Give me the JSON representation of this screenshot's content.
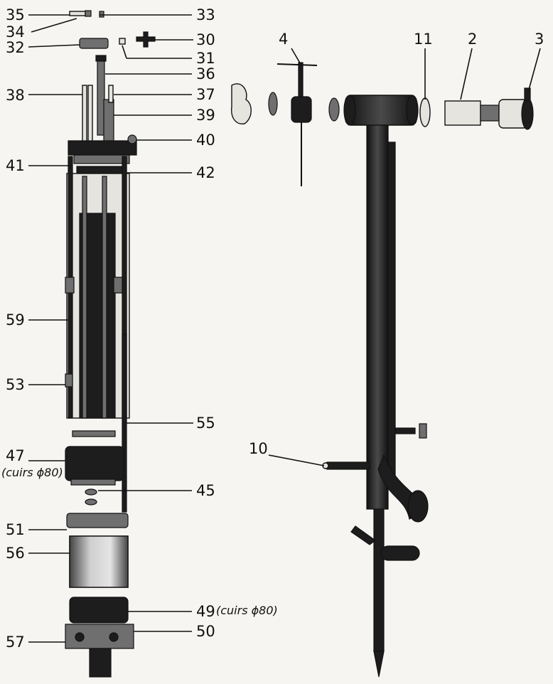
{
  "figure": {
    "callouts": [
      {
        "id": "35",
        "label": "35"
      },
      {
        "id": "33",
        "label": "33"
      },
      {
        "id": "34",
        "label": "34"
      },
      {
        "id": "30",
        "label": "30"
      },
      {
        "id": "32",
        "label": "32"
      },
      {
        "id": "31",
        "label": "31"
      },
      {
        "id": "36",
        "label": "36"
      },
      {
        "id": "38",
        "label": "38"
      },
      {
        "id": "37",
        "label": "37"
      },
      {
        "id": "39",
        "label": "39"
      },
      {
        "id": "40",
        "label": "40"
      },
      {
        "id": "41",
        "label": "41"
      },
      {
        "id": "42",
        "label": "42"
      },
      {
        "id": "59",
        "label": "59"
      },
      {
        "id": "53",
        "label": "53"
      },
      {
        "id": "55",
        "label": "55"
      },
      {
        "id": "47",
        "label": "47"
      },
      {
        "id": "45",
        "label": "45"
      },
      {
        "id": "51",
        "label": "51"
      },
      {
        "id": "56",
        "label": "56"
      },
      {
        "id": "49",
        "label": "49"
      },
      {
        "id": "50",
        "label": "50"
      },
      {
        "id": "57",
        "label": "57"
      },
      {
        "id": "4",
        "label": "4"
      },
      {
        "id": "11",
        "label": "11"
      },
      {
        "id": "2",
        "label": "2"
      },
      {
        "id": "3",
        "label": "3"
      },
      {
        "id": "10",
        "label": "10"
      }
    ],
    "notes": {
      "cuirs_47": "(cuirs ϕ80)",
      "cuirs_49": "(cuirs ϕ80)"
    }
  }
}
